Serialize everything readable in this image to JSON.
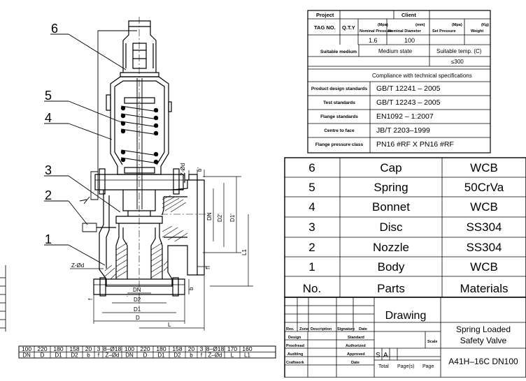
{
  "callouts": [
    "6",
    "5",
    "4",
    "3",
    "2",
    "1"
  ],
  "dims": {
    "z_od_top": "Z-Ød",
    "z_od_left": "Z-Ød",
    "dn_v": "DN",
    "d2_v": "D2'",
    "d1_v": "D1'",
    "b_top": "b'",
    "f_right": "f'",
    "l1": "L1",
    "dn": "DN",
    "d2": "D2",
    "d1": "D1",
    "d": "D",
    "l": "L",
    "f": "f",
    "b": "b"
  },
  "spec": {
    "project": "Project",
    "client": "Client",
    "tag_no": "TAG NO.",
    "qty": "Q.T.Y",
    "np_unit": "(Mpa)",
    "np_label": "Nominal Pressure",
    "nd_unit": "(mm)",
    "nd_label": "Nominal Diameter",
    "sp_unit": "(Mpa)",
    "sp_label": "Set Pressure",
    "w_unit": "(Kg)",
    "w_label": "Weight",
    "np_val": "1.6",
    "nd_val": "100",
    "medium": "Suitable medium",
    "medium_state": "Medium state",
    "temp": "Suitable temp. (C)",
    "temp_val": "≤300",
    "compliance": "Compliance with technical specifications",
    "rows": [
      {
        "label": "Product design standards",
        "value": "GB/T  12241  –  2005"
      },
      {
        "label": "Test standards",
        "value": "GB/T  12243  –  2005"
      },
      {
        "label": "Flange standards",
        "value": "EN1092  –  1:2007"
      },
      {
        "label": "Centre to face",
        "value": "JB/T  2203–1999"
      },
      {
        "label": "Flange pressure class",
        "value": "PN16  #RF  X  PN16  #RF"
      }
    ]
  },
  "parts": [
    {
      "no": "6",
      "part": "Cap",
      "material": "WCB"
    },
    {
      "no": "5",
      "part": "Spring",
      "material": "50CrVa"
    },
    {
      "no": "4",
      "part": "Bonnet",
      "material": "WCB"
    },
    {
      "no": "3",
      "part": "Disc",
      "material": "SS304"
    },
    {
      "no": "2",
      "part": "Nozzle",
      "material": "SS304"
    },
    {
      "no": "1",
      "part": "Body",
      "material": "WCB"
    }
  ],
  "parts_header": {
    "no": "No.",
    "part": "Parts",
    "material": "Materials"
  },
  "title_block": {
    "drawing": "Drawing",
    "rev": "Rev.",
    "zone": "Zone",
    "description": "Description",
    "signature": "Signature",
    "date": "Date",
    "design": "Design",
    "standard": "Standard",
    "proofread": "Proofread",
    "authorized": "Authorized",
    "auditing": "Auditing",
    "approved": "Approved",
    "craftwork": "Craftwork",
    "date2": "Date",
    "scale": "Scale",
    "s": "S",
    "a": "A",
    "total": "Total",
    "pages": "Page(s)",
    "page": "Page",
    "title": "Spring Loaded Safety Valve",
    "model": "A41H–16C DN100"
  },
  "dim_table": {
    "values": [
      "100",
      "220",
      "180",
      "158",
      "20",
      "3",
      "8–Ø18",
      "100",
      "220",
      "180",
      "158",
      "20",
      "3",
      "8–Ø18",
      "170",
      "160"
    ],
    "headers": [
      "DN",
      "D",
      "D1",
      "D2",
      "b",
      "f",
      "Z–Ød",
      "DN",
      "D",
      "D1",
      "D2",
      "b",
      "f",
      "Z–Ød",
      "L",
      "L1"
    ]
  }
}
